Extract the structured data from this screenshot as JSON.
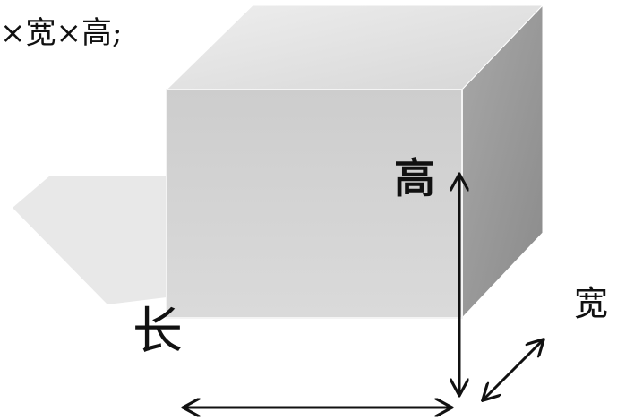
{
  "formula": "×宽×高;",
  "labels": {
    "height": "高",
    "width": "宽",
    "length": "长"
  },
  "colors": {
    "front_face": "#cfcfcf",
    "top_face": "#e2e2e2",
    "side_face": "#9a9a9a",
    "shadow": "#dcdcdc",
    "arrow": "#111111"
  }
}
